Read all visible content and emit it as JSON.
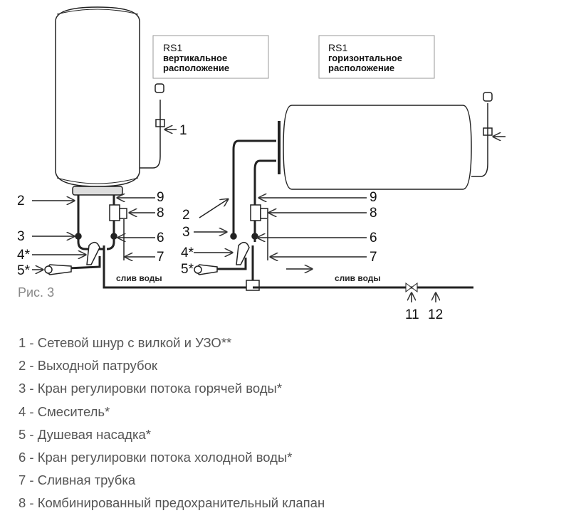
{
  "boxes": {
    "vertical": {
      "model": "RS1",
      "line1": "вертикальное",
      "line2": "расположение"
    },
    "horizontal": {
      "model": "RS1",
      "line1": "горизонтальное",
      "line2": "расположение"
    }
  },
  "left_labels": {
    "n1": "1",
    "n2": "2",
    "n3": "3",
    "n4": "4*",
    "n5": "5*",
    "n6": "6",
    "n7": "7",
    "n8": "8",
    "n9": "9",
    "drain": "слив воды"
  },
  "right_labels": {
    "n2": "2",
    "n3": "3",
    "n4": "4*",
    "n5": "5*",
    "n6": "6",
    "n7": "7",
    "n8": "8",
    "n9": "9",
    "n11": "11",
    "n12": "12",
    "drain": "слив воды"
  },
  "figure_caption": "Рис. 3",
  "legend": [
    "1 - Сетевой шнур с вилкой и УЗО**",
    "2 - Выходной патрубок",
    "3 - Кран регулировки потока горячей воды*",
    "4 - Смеситель*",
    "5 - Душевая насадка*",
    "6 - Кран регулировки потока холодной воды*",
    "7 - Сливная трубка",
    "8 - Комбинированный предохранительный клапан"
  ]
}
